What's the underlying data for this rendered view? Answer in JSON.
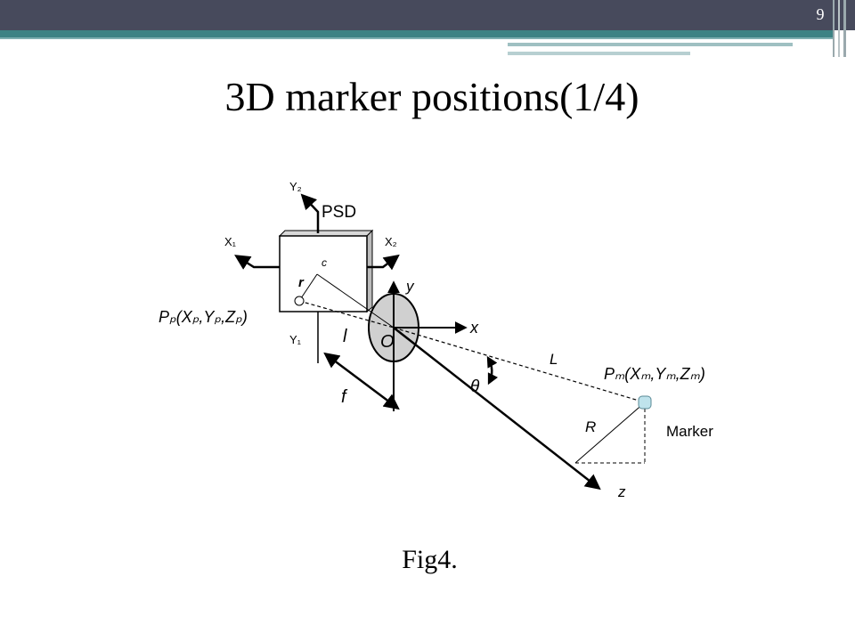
{
  "slide": {
    "number": "9",
    "title": "3D marker positions(1/4)",
    "caption": "Fig4."
  },
  "diagram": {
    "psd_label": "PSD",
    "y2_label": "Y₂",
    "x1_label": "X₁",
    "x2_label": "X₂",
    "y1_label": "Y₁",
    "c_label": "c",
    "r_label": "r",
    "pp_label": "Pₚ(Xₚ,Yₚ,Zₚ)",
    "l_label": "l",
    "O_label": "O",
    "f_label": "f",
    "x_label": "x",
    "y_label": "y",
    "z_label": "z",
    "theta_label": "θ",
    "L_label": "L",
    "R_label": "R",
    "pm_label": "Pₘ(Xₘ,Yₘ,Zₘ)",
    "marker_label": "Marker"
  }
}
